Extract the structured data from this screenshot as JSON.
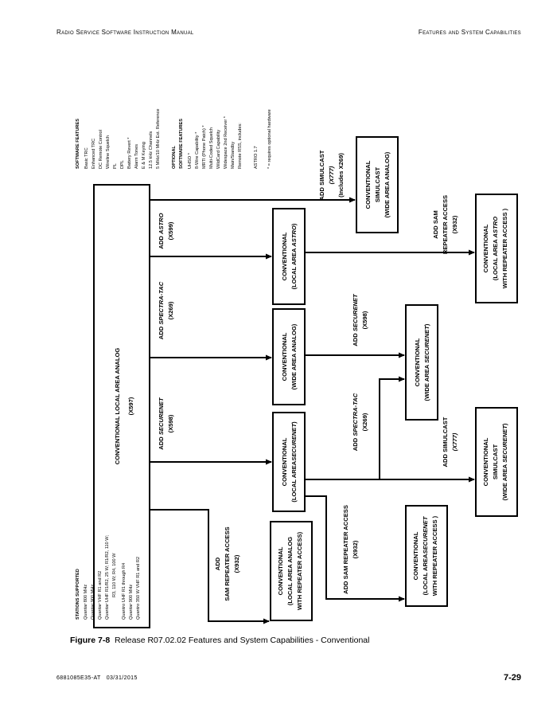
{
  "header": {
    "left": "Radio Service Software Instruction Manual",
    "right": "Features and System Capabilities"
  },
  "caption": {
    "label": "Figure 7-8",
    "text": "Release R07.02.02 Features and System Capabilities - Conventional"
  },
  "footer": {
    "doc_number": "6881085E35-AT",
    "date": "03/31/2015",
    "page": "7-29"
  },
  "software_features": {
    "title": "SOFTWARE FEATURES",
    "items": [
      "Basic TRC",
      "Enhanced TRC",
      "DC Remote Control",
      "Wireline Squelch",
      "PL",
      "DPL",
      "Battery Revert *",
      "Alarm Tones",
      "E & M Keying",
      "12.5 kHz Channels",
      "5 MHz/10 MHz Ext. Reference"
    ],
    "optional_title": "OPTIONAL",
    "optional_subtitle": "SOFTWARE FEATURES",
    "optional_items": [
      "UHSO *",
      "8-Wire Capability *",
      "MRTI (Phone Patch) *",
      "Multi-Coded Squelch",
      "WildCard Capability",
      "Widespace 2nd Receiver *",
      "Main/Standby",
      "Remote RSS, includes:"
    ],
    "sub_item": "ASTRO 1.7",
    "footnote": "* = requires optional hardware"
  },
  "stations_supported": {
    "title": "STATIONS SUPPORTED",
    "items": [
      {
        "name": "Quantar",
        "detail": "800 MHz"
      },
      {
        "name": "Quantar",
        "detail": "900 MHz"
      },
      {
        "name": "Quantar",
        "detail": "VHF R1 and R2"
      },
      {
        "name": "Quantar",
        "detail": "UHF R1/R2, 25 W; R1/R2, 110 W;"
      },
      {
        "name": "",
        "detail": "R3, 110 W; R4, 100 W"
      },
      {
        "name": "Quantro",
        "detail": "UHF R1 through R4"
      },
      {
        "name": "Quantar",
        "detail": "900 MHz"
      },
      {
        "name": "Quantro",
        "detail": "350 W VHF R1 and R2"
      }
    ]
  },
  "boxes": {
    "main": {
      "line1": "CONVENTIONAL LOCAL AREA ANALOG",
      "line2": "(X597)"
    },
    "local_astro": {
      "line1": "CONVENTIONAL",
      "line2_a": "(LOCAL AREA ",
      "line2_b": "ASTRO",
      "line2_c": ")"
    },
    "wide_analog": {
      "line1": "CONVENTIONAL",
      "line2": "(WIDE AREA ANALOG)"
    },
    "local_securenet": {
      "line1": "CONVENTIONAL",
      "line2_a": "(LOCAL AREA",
      "line2_b": "SECURENET",
      "line2_c": ")"
    },
    "local_analog_repeater": {
      "line1": "CONVENTIONAL",
      "line2": "(LOCAL AREA ANALOG",
      "line3": "WITH REPEATER ACCESS)"
    },
    "simulcast_analog": {
      "line1": "CONVENTIONAL",
      "line2": "SIMULCAST",
      "line3": "(WIDE AREA ANALOG)"
    },
    "wide_securenet": {
      "line1": "CONVENTIONAL",
      "line2_a": "(WIDE AREA ",
      "line2_b": "SECURENET",
      "line2_c": ")"
    },
    "local_securenet_repeater": {
      "line1": "CONVENTIONAL",
      "line2_a": "(LOCAL AREA",
      "line2_b": "SECURENET",
      "line3": "WITH REPEATER ACCESS )"
    },
    "astro_repeater": {
      "line1": "CONVENTIONAL",
      "line2_a": "(LOCAL AREA ",
      "line2_b": "ASTRO",
      "line3": "WITH REPEATER ACCESS )"
    },
    "simulcast_securenet": {
      "line1": "CONVENTIONAL",
      "line2": "SIMULCAST",
      "line3_a": "(WIDE AREA ",
      "line3_b": "SECURENET",
      "line3_c": ")"
    }
  },
  "arrow_labels": {
    "astro": {
      "add": "ADD ",
      "name": "ASTRO",
      "code": "(X599)"
    },
    "spectra_tac": {
      "add": "ADD ",
      "name": "SPECTRA-TAC",
      "code": "(X269)"
    },
    "securenet_main": {
      "add": "ADD ",
      "name": "SECURENET",
      "code": "(X598)"
    },
    "sam_main": {
      "line1": "ADD",
      "line2": "SAM REPEATER ACCESS",
      "line3": "(X932)"
    },
    "simulcast_top": {
      "line1": "ADD  SIMULCAST",
      "line2": "(X777)",
      "line3": "(Includes X269)"
    },
    "securenet_wide": {
      "add": "ADD ",
      "name": "SECURENET",
      "code": "(X598)"
    },
    "spectra_tac_wide": {
      "add": "ADD ",
      "name": "SPECTRA-TAC",
      "code": "(X269)"
    },
    "sam_astro": {
      "line1": "ADD SAM",
      "line2": "REPEATER ACCESS",
      "line3": "(X932)"
    },
    "simulcast_secure": {
      "line1": "ADD SIMULCAST",
      "line2": "(X777)"
    },
    "sam_secure": {
      "line1": "ADD SAM REPEATER ACCESS",
      "line2": "(X932)"
    }
  }
}
